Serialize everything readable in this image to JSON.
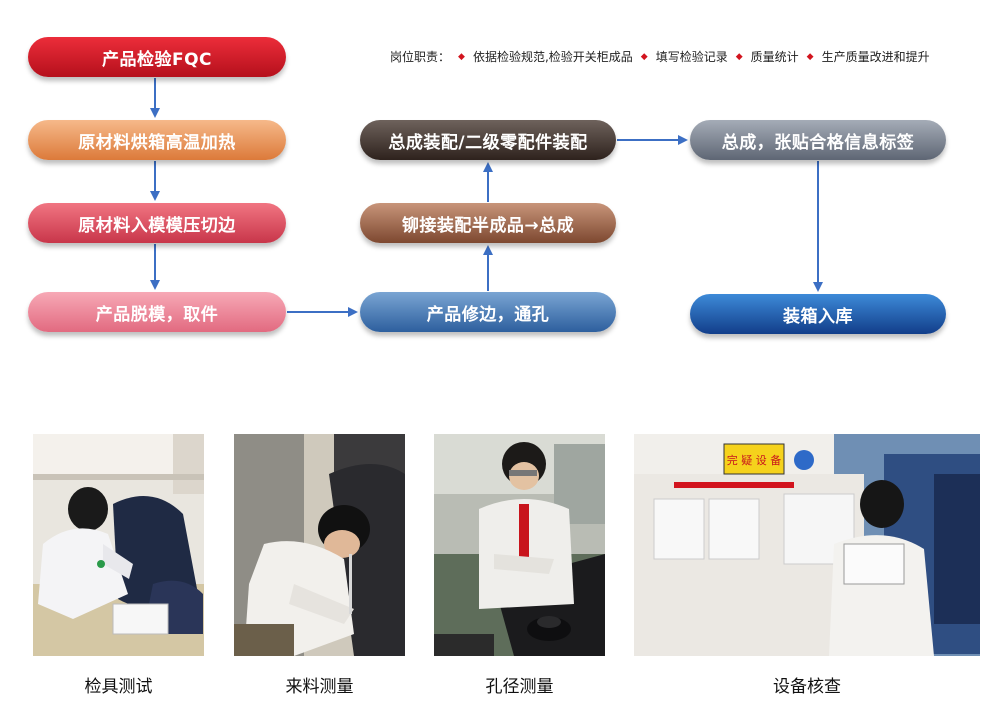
{
  "flow": {
    "fqc": "产品检验FQC",
    "bake": "原材料烘箱高温加热",
    "press": "原材料入模模压切边",
    "demold": "产品脱模，取件",
    "trim": "产品修边，通孔",
    "rivet": "铆接装配半成品→总成",
    "assembly": "总成装配/二级零配件装配",
    "label": "总成，张贴合格信息标签",
    "pack": "装箱入库"
  },
  "duties": {
    "title": "岗位职责：",
    "items": [
      "依据检验规范,检验开关柜成品",
      "填写检验记录",
      "质量统计",
      "生产质量改进和提升"
    ]
  },
  "photos": [
    {
      "caption": "检具测试"
    },
    {
      "caption": "来料测量"
    },
    {
      "caption": "孔径测量"
    },
    {
      "caption": "设备核查",
      "sign_text": "完 疑 设 备"
    }
  ],
  "colors": {
    "accent_red": "#d2141e",
    "arrow_blue": "#3c6fc4"
  }
}
